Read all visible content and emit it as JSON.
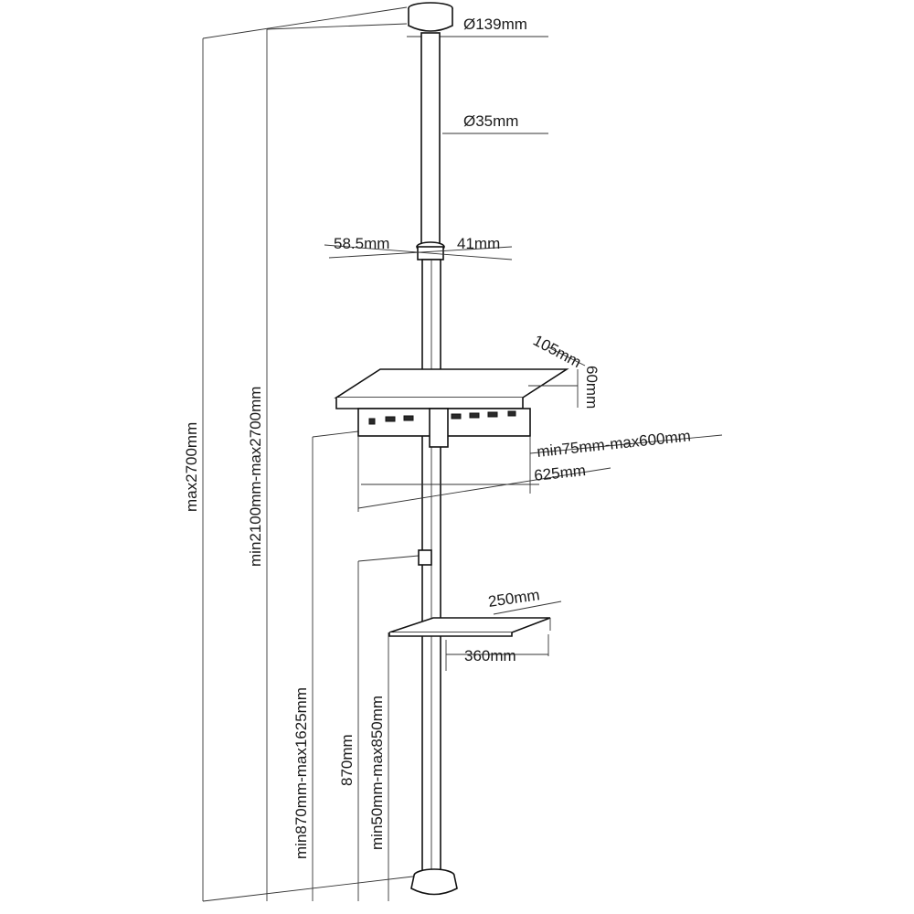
{
  "dimensions": {
    "ceiling_plate_diameter": "Ø139mm",
    "pole_diameter": "Ø35mm",
    "joint_outer": "58.5mm",
    "joint_inner": "41mm",
    "bracket_depth": "105mm",
    "bracket_height": "60mm",
    "vesa_range": "min75mm-max600mm",
    "bracket_width": "625mm",
    "shelf_depth": "250mm",
    "shelf_width": "360mm",
    "total_height": "max2700mm",
    "pole_range": "min2100mm-max2700mm",
    "bracket_height_range": "min870mm-max1625mm",
    "bracket_to_shelf": "870mm",
    "shelf_height_range": "min50mm-max850mm"
  }
}
